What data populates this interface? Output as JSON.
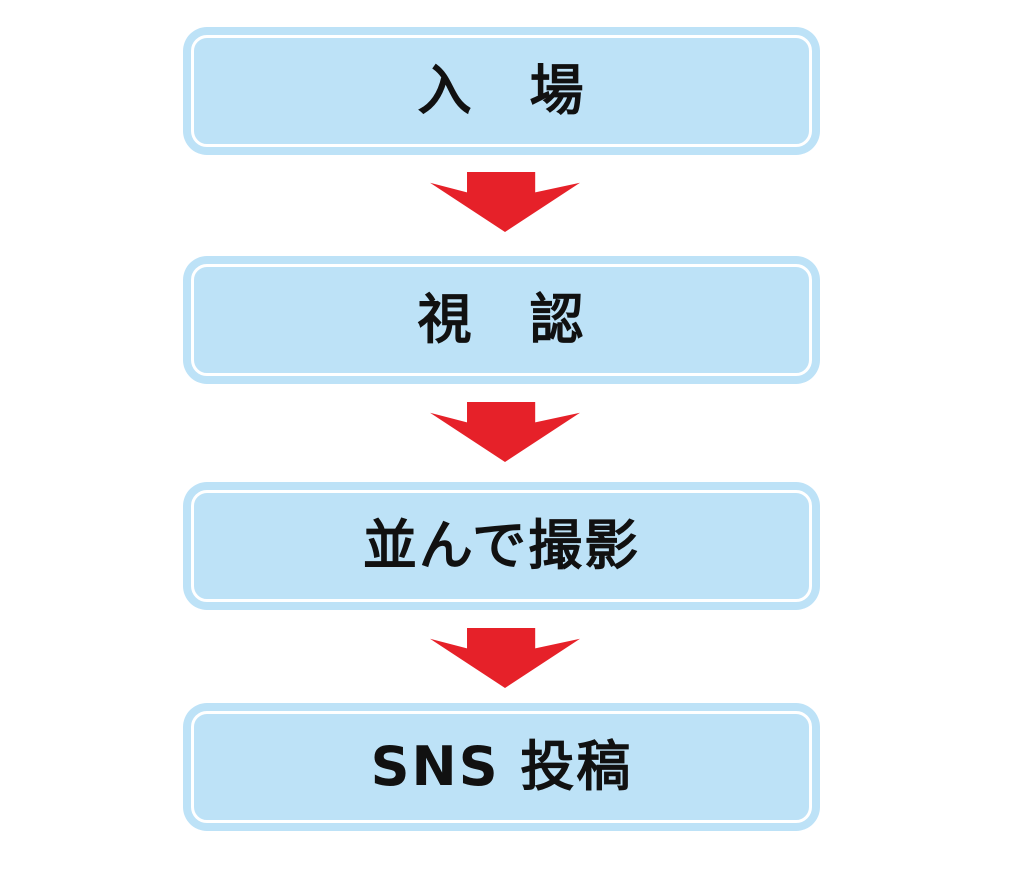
{
  "flow": {
    "steps": [
      {
        "label": "入　場"
      },
      {
        "label": "視　認"
      },
      {
        "label": "並んで撮影"
      },
      {
        "label": "SNS 投稿"
      }
    ],
    "connector": "down-arrow",
    "colors": {
      "background": "#FFFFFF",
      "box_fill": "#BDE2F7",
      "box_inner_line": "#FFFFFF",
      "arrow_red": "#E62129",
      "text": "#111111"
    }
  }
}
